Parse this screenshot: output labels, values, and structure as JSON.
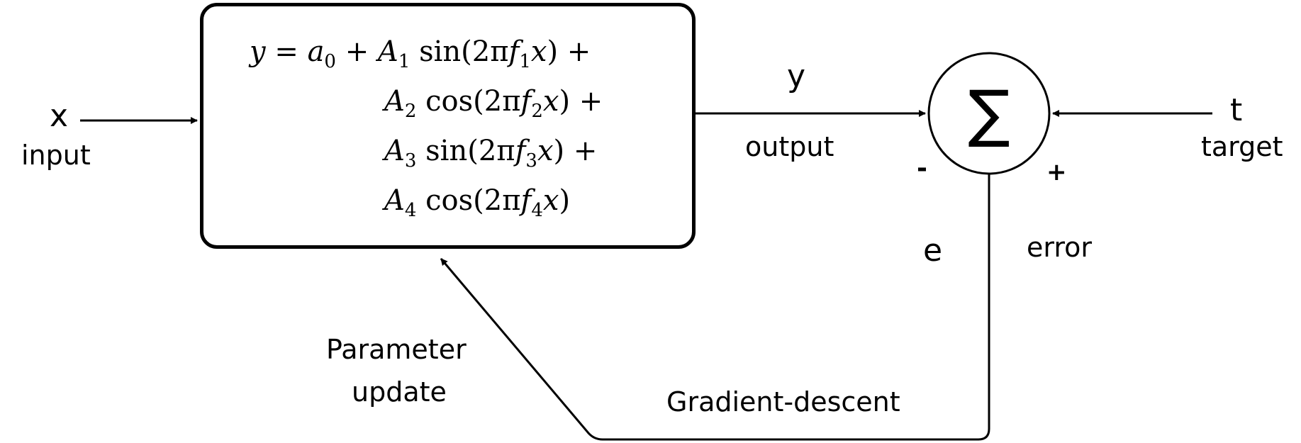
{
  "model": {
    "line1": {
      "lhs": "y",
      "eq": "=",
      "a": "a",
      "a_sub": "0",
      "plus": "+",
      "amp": "A",
      "amp_sub": "1",
      "fn": "sin",
      "open": "(2π",
      "freq": "f",
      "freq_sub": "1",
      "var": "x",
      "close": ")",
      "tail": "+"
    },
    "line2": {
      "amp": "A",
      "amp_sub": "2",
      "fn": "cos",
      "open": "(2π",
      "freq": "f",
      "freq_sub": "2",
      "var": "x",
      "close": ")",
      "tail": "+"
    },
    "line3": {
      "amp": "A",
      "amp_sub": "3",
      "fn": "sin",
      "open": "(2π",
      "freq": "f",
      "freq_sub": "3",
      "var": "x",
      "close": ")",
      "tail": "+"
    },
    "line4": {
      "amp": "A",
      "amp_sub": "4",
      "fn": "cos",
      "open": "(2π",
      "freq": "f",
      "freq_sub": "4",
      "var": "x",
      "close": ")"
    }
  },
  "input": {
    "symbol": "x",
    "label": "input"
  },
  "output": {
    "symbol": "y",
    "label": "output"
  },
  "target": {
    "symbol": "t",
    "label": "target"
  },
  "summer": {
    "symbol": "∑",
    "minus": "-",
    "plus": "+"
  },
  "error": {
    "symbol": "e",
    "label": "error"
  },
  "feedback": {
    "update_line1": "Parameter",
    "update_line2": "update",
    "method": "Gradient-descent"
  }
}
